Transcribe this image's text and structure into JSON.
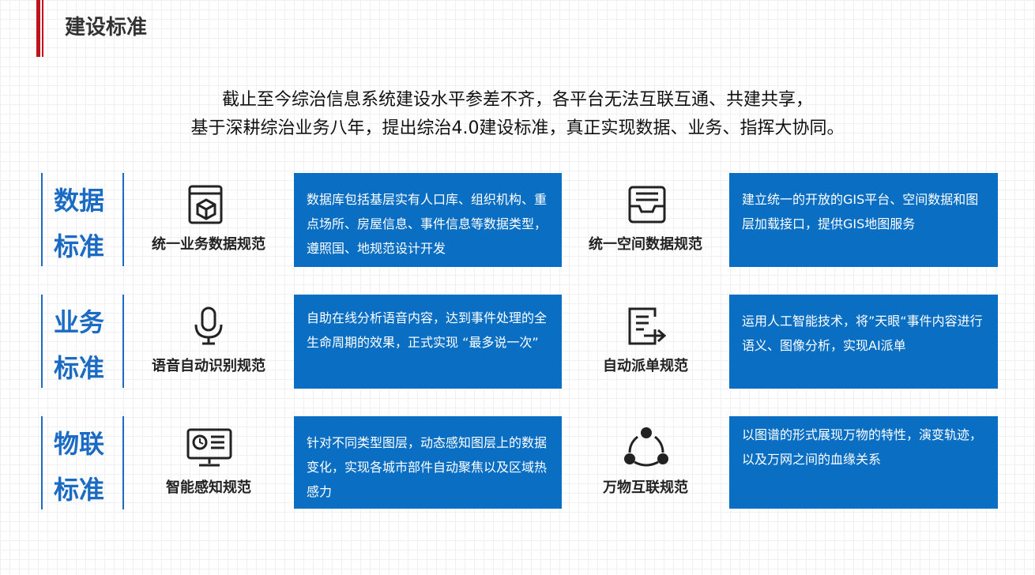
{
  "page": {
    "title": "建设标准",
    "intro_line1": "截止至今综治信息系统建设水平参差不齐，各平台无法互联互通、共建共享，",
    "intro_line2": "基于深耕综治业务八年，提出综治4.0建设标准，真正实现数据、业务、指挥大协同。"
  },
  "colors": {
    "accent_red": "#c0141c",
    "brand_blue": "#1b6bc4",
    "box_blue": "#0a6fc2"
  },
  "rows": [
    {
      "category": "数据\n标准",
      "items": [
        {
          "label": "统一业务数据规范",
          "icon": "database-book-icon",
          "desc": "数据库包括基层实有人口库、组织机构、重点场所、房屋信息、事件信息等数据类型，遵照国、地规范设计开发"
        },
        {
          "label": "统一空间数据规范",
          "icon": "inbox-tray-icon",
          "desc": "建立统一的开放的GIS平台、空间数据和图层加载接口，提供GIS地图服务"
        }
      ]
    },
    {
      "category": "业务\n标准",
      "items": [
        {
          "label": "语音自动识别规范",
          "icon": "microphone-icon",
          "desc": "自助在线分析语音内容，达到事件处理的全生命周期的效果，正式实现 “最多说一次”"
        },
        {
          "label": "自动派单规范",
          "icon": "document-send-icon",
          "desc": "运用人工智能技术，将”天眼“事件内容进行语义、图像分析，实现AI派单"
        }
      ]
    },
    {
      "category": "物联\n标准",
      "items": [
        {
          "label": "智能感知规范",
          "icon": "monitor-dashboard-icon",
          "desc": "针对不同类型图层，动态感知图层上的数据变化，实现各城市部件自动聚焦以及区域热感力"
        },
        {
          "label": "万物互联规范",
          "icon": "share-network-icon",
          "desc": "以图谱的形式展现万物的特性，演变轨迹，以及万网之间的血缘关系"
        }
      ]
    }
  ]
}
